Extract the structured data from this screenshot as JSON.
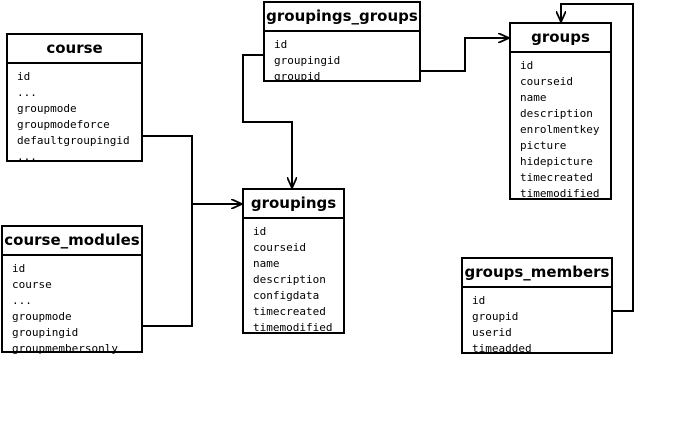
{
  "tables": {
    "course": {
      "title": "course",
      "fields": [
        "id",
        "...",
        "groupmode",
        "groupmodeforce",
        "defaultgroupingid",
        "..."
      ]
    },
    "course_modules": {
      "title": "course_modules",
      "fields": [
        "id",
        "course",
        "...",
        "groupmode",
        "groupingid",
        "groupmembersonly"
      ]
    },
    "groupings_groups": {
      "title": "groupings_groups",
      "fields": [
        "id",
        "groupingid",
        "groupid"
      ]
    },
    "groupings": {
      "title": "groupings",
      "fields": [
        "id",
        "courseid",
        "name",
        "description",
        "configdata",
        "timecreated",
        "timemodified"
      ]
    },
    "groups": {
      "title": "groups",
      "fields": [
        "id",
        "courseid",
        "name",
        "description",
        "enrolmentkey",
        "picture",
        "hidepicture",
        "timecreated",
        "timemodified"
      ]
    },
    "groups_members": {
      "title": "groups_members",
      "fields": [
        "id",
        "groupid",
        "userid",
        "timeadded"
      ]
    }
  }
}
